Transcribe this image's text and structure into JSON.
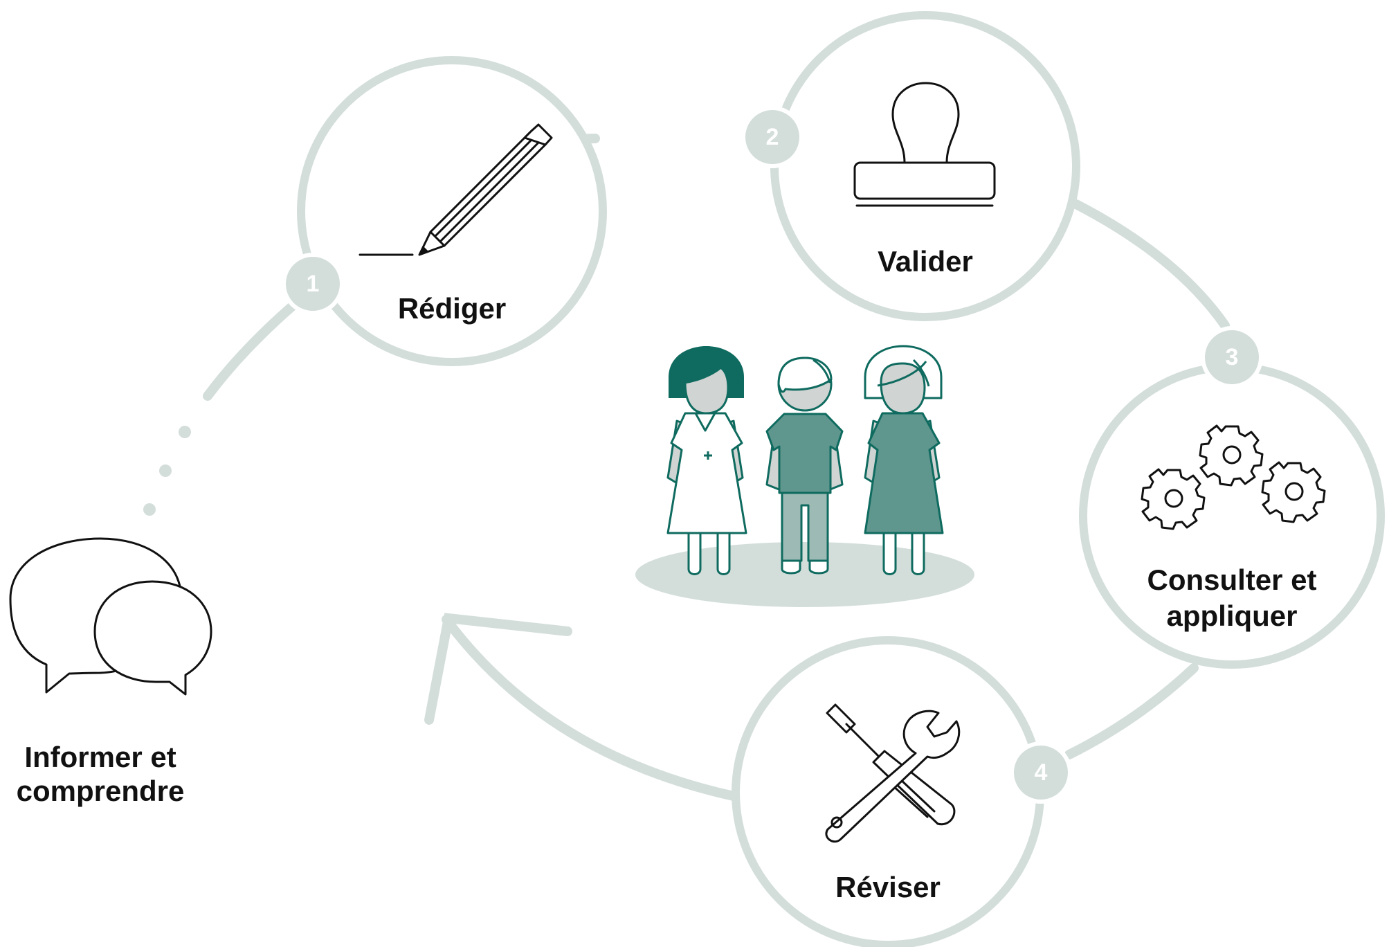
{
  "steps": [
    {
      "number": "1",
      "label": "Rédiger",
      "icon": "pencil-icon"
    },
    {
      "number": "2",
      "label": "Valider",
      "icon": "stamp-icon"
    },
    {
      "number": "3",
      "label": "Consulter et appliquer",
      "label_lines": [
        "Consulter et",
        "appliquer"
      ],
      "icon": "gears-icon"
    },
    {
      "number": "4",
      "label": "Réviser",
      "icon": "tools-icon"
    }
  ],
  "intro": {
    "label_lines": [
      "Informer et",
      "comprendre"
    ],
    "icon": "speech-bubbles-icon"
  },
  "center": {
    "icon": "care-team-icon"
  },
  "colors": {
    "ring": "#d3dedb",
    "teal": "#0f6b5f",
    "teal_mid": "#5f968e",
    "teal_light": "#9dbab5",
    "badge": "#d3dedb"
  }
}
